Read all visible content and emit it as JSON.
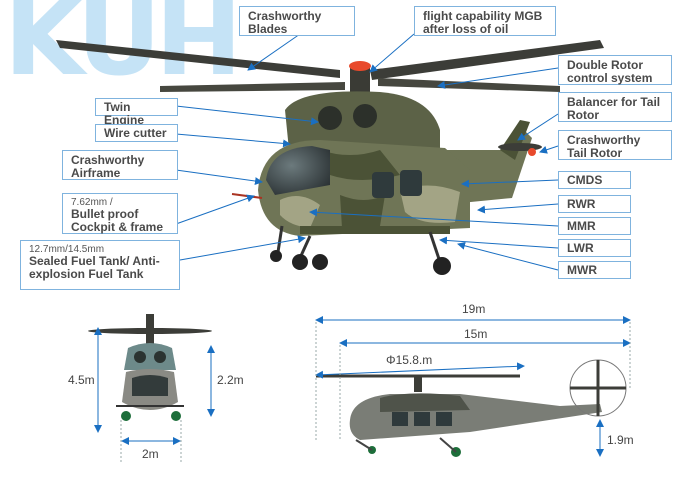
{
  "logo": {
    "text": "KUH"
  },
  "callouts": {
    "crashworthy_blades": "Crashworthy Blades",
    "flight_capability": "flight capability MGB after loss of oil",
    "double_rotor": "Double Rotor control system",
    "twin_engine": "Twin Engine",
    "balancer": "Balancer for Tail Rotor",
    "wire_cutter": "Wire cutter",
    "crashworthy_tail_rotor": "Crashworthy Tail Rotor",
    "crashworthy_airframe": "Crashworthy Airframe",
    "cmds": "CMDS",
    "armor_small": "7.62mm /",
    "armor": "Bullet proof Cockpit & frame",
    "rwr": "RWR",
    "mmr": "MMR",
    "fuel_small": "12.7mm/14.5mm",
    "fuel": "Sealed Fuel Tank/ Anti-explosion Fuel Tank",
    "lwr": "LWR",
    "mwr": "MWR"
  },
  "dimensions": {
    "height_total": "4.5m",
    "height_body": "2.2m",
    "width": "2m",
    "length_total": "19m",
    "length_fuselage": "15m",
    "rotor_diameter": "Φ15.8.m",
    "tail_height": "1.9m"
  },
  "colors": {
    "accent_line": "#1a6fc2",
    "callout_border": "#7fb3de",
    "logo": "#c5e3f6",
    "camo_dark": "#4b5236",
    "camo_mid": "#6f7556",
    "camo_light": "#a3a485",
    "rotor_tip": "#e84a2c"
  }
}
